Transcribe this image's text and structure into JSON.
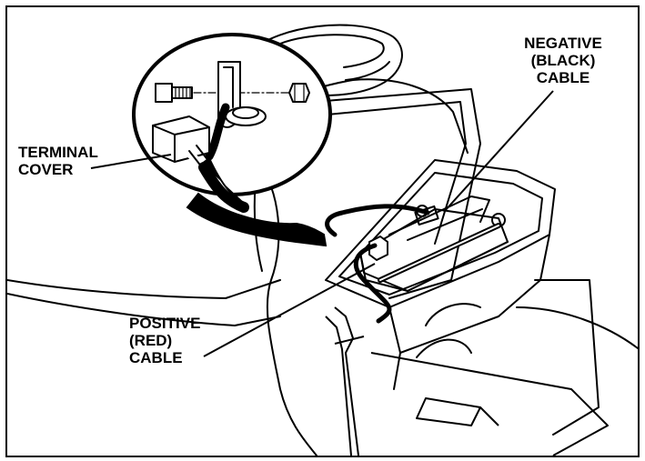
{
  "callouts": {
    "negative": {
      "line1": "NEGATIVE",
      "line2": "(BLACK)",
      "line3": "CABLE"
    },
    "terminal": {
      "line1": "TERMINAL",
      "line2": "COVER"
    },
    "positive": {
      "line1": "POSITIVE",
      "line2": "(RED)",
      "line3": "CABLE"
    }
  },
  "colors": {
    "ink": "#000000",
    "paper": "#ffffff",
    "shade": "#d9d9d9"
  },
  "icons": {
    "hardware": "bolt-icon",
    "fastener": "nut-icon"
  }
}
